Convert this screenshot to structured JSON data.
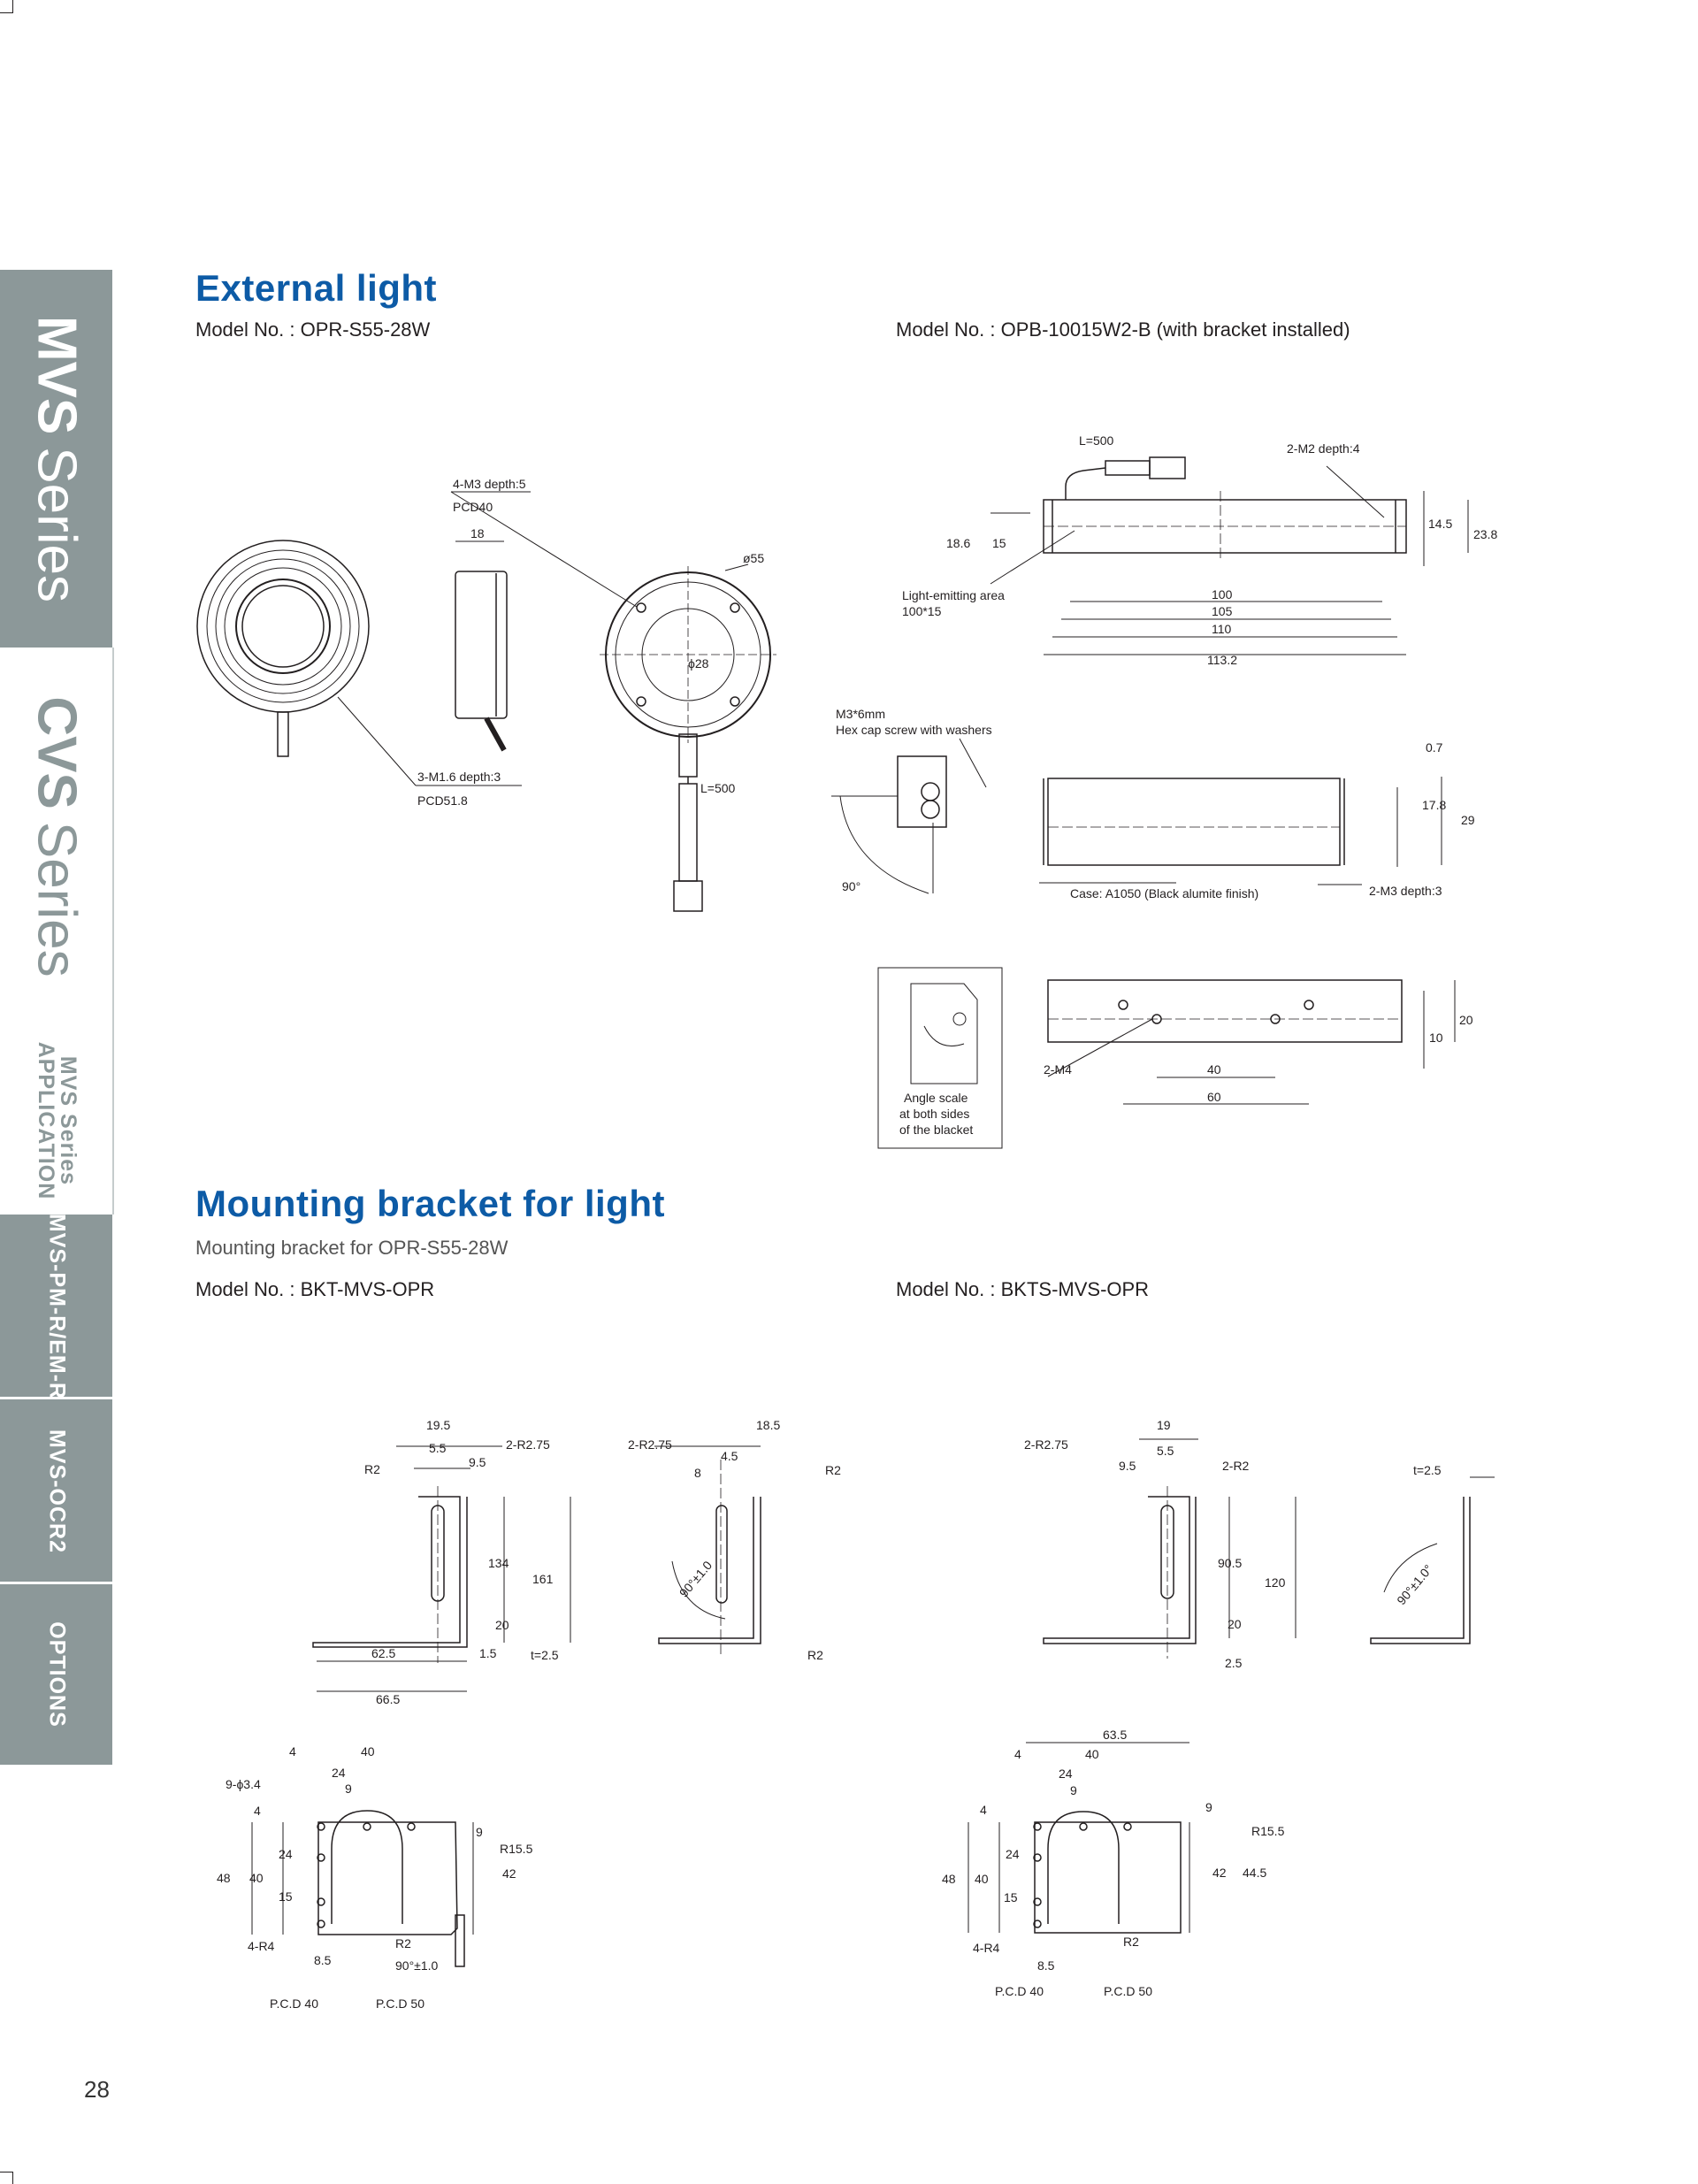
{
  "sidebar": {
    "mvs": {
      "bold": "MVS",
      "light": "Series"
    },
    "cvs": {
      "bold": "CVS",
      "light": "Series"
    },
    "app": {
      "line1": "MVS Series",
      "line2": "APPLICATION"
    },
    "pm": "MVS-PM-R/EM-R",
    "ocr": "MVS-OCR2",
    "options": "OPTIONS"
  },
  "section1": {
    "title": "External light",
    "left_model": "Model No. : OPR-S55-28W",
    "right_model": "Model No. : OPB-10015W2-B (with bracket installed)"
  },
  "section2": {
    "title": "Mounting bracket for light",
    "subtitle": "Mounting bracket for OPR-S55-28W",
    "left_model": "Model No. : BKT-MVS-OPR",
    "right_model": "Model No. : BKTS-MVS-OPR"
  },
  "drawings": {
    "ring": {
      "m3": "4-M3 depth:5",
      "pcd40": "PCD40",
      "w18": "18",
      "d55": "ø55",
      "d28": "ϕ28",
      "m16": "3-M1.6 depth:3",
      "pcd518": "PCD51.8",
      "l500": "L=500"
    },
    "bar_top": {
      "l500": "L=500",
      "m2": "2-M2 depth:4",
      "h186": "18.6",
      "h15": "15",
      "h145": "14.5",
      "h238": "23.8",
      "area1": "Light-emitting area",
      "area2": "100*15",
      "d100": "100",
      "d105": "105",
      "d110": "110",
      "d1132": "113.2"
    },
    "bar_side": {
      "screw1": "M3*6mm",
      "screw2": "Hex cap screw with washers",
      "ang": "90°",
      "case": "Case: A1050 (Black alumite finish)",
      "m3": "2-M3 depth:3",
      "h07": "0.7",
      "h178": "17.8",
      "h29": "29"
    },
    "bar_bottom": {
      "scale1": "Angle scale",
      "scale2": "at both sides",
      "scale3": "of the blacket",
      "m4": "2-M4",
      "d40": "40",
      "d60": "60",
      "h10": "10",
      "h20": "20"
    },
    "bkt_front": {
      "w195": "19.5",
      "w55": "5.5",
      "w95": "9.5",
      "r275": "2-R2.75",
      "r2": "R2",
      "h134": "134",
      "h161": "161",
      "h20": "20",
      "w625": "62.5",
      "w15": "1.5",
      "t": "t=2.5",
      "w665": "66.5"
    },
    "bkt_side": {
      "r275": "2-R2.75",
      "w185": "18.5",
      "w45": "4.5",
      "w8": "8",
      "r2a": "R2",
      "ang": "90°±1.0",
      "r2b": "R2"
    },
    "bkts_front": {
      "w19": "19",
      "w55": "5.5",
      "r275": "2-R2.75",
      "w95": "9.5",
      "r2": "2-R2",
      "h905": "90.5",
      "h120": "120",
      "h20": "20",
      "h25": "2.5"
    },
    "bkts_side": {
      "t": "t=2.5",
      "ang": "90°±1.0°"
    },
    "bkt_base": {
      "d4": "4",
      "d40": "40",
      "d24": "24",
      "d9": "9",
      "holes": "9-ϕ3.4",
      "e4": "4",
      "e9": "9",
      "r155": "R15.5",
      "h24": "24",
      "h48": "48",
      "h40": "40",
      "h42": "42",
      "h15": "15",
      "r4": "4-R4",
      "d85": "8.5",
      "r2": "R2",
      "ang": "90°±1.0",
      "pcd40": "P.C.D 40",
      "pcd50": "P.C.D 50"
    },
    "bkts_base": {
      "d635": "63.5",
      "d4": "4",
      "d40": "40",
      "d24": "24",
      "d9": "9",
      "e4": "4",
      "e9": "9",
      "r155": "R15.5",
      "h24": "24",
      "h48": "48",
      "h40": "40",
      "h42": "42",
      "h445": "44.5",
      "h15": "15",
      "r4": "4-R4",
      "d85": "8.5",
      "r2": "R2",
      "pcd40": "P.C.D 40",
      "pcd50": "P.C.D 50"
    }
  },
  "page_number": "28"
}
